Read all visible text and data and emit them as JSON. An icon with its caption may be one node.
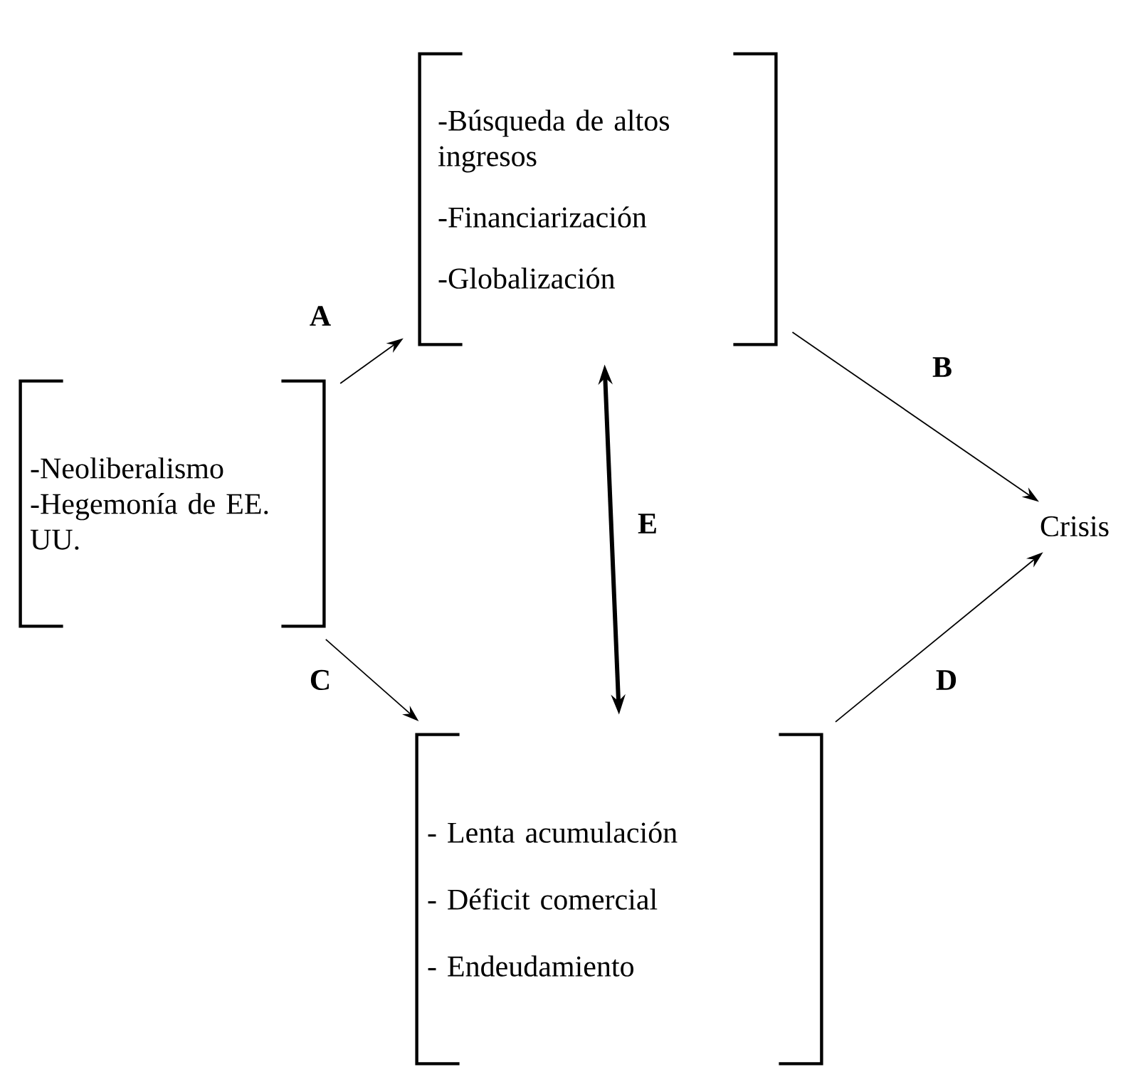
{
  "diagram": {
    "nodes": [
      {
        "text": [
          "-Neoliberalismo",
          "-Hegemonía de EE. UU."
        ]
      },
      {
        "text": [
          "-Búsqueda de altos ingresos",
          "-Financiarización",
          "-Globalización"
        ]
      },
      {
        "text": [
          "- Lenta acumulación",
          "- Déficit comercial",
          "- Endeudamiento"
        ]
      },
      {
        "text": [
          "Crisis"
        ]
      }
    ],
    "edges": [
      {
        "from": 0,
        "to": 1,
        "arrow": "to",
        "label": "A"
      },
      {
        "from": 1,
        "to": 3,
        "arrow": "to",
        "label": "B"
      },
      {
        "from": 0,
        "to": 2,
        "arrow": "to",
        "label": "C"
      },
      {
        "from": 2,
        "to": 3,
        "arrow": "to",
        "label": "D"
      },
      {
        "from": 1,
        "to": 2,
        "arrow": "both",
        "label": "E",
        "style": "thick"
      }
    ]
  }
}
